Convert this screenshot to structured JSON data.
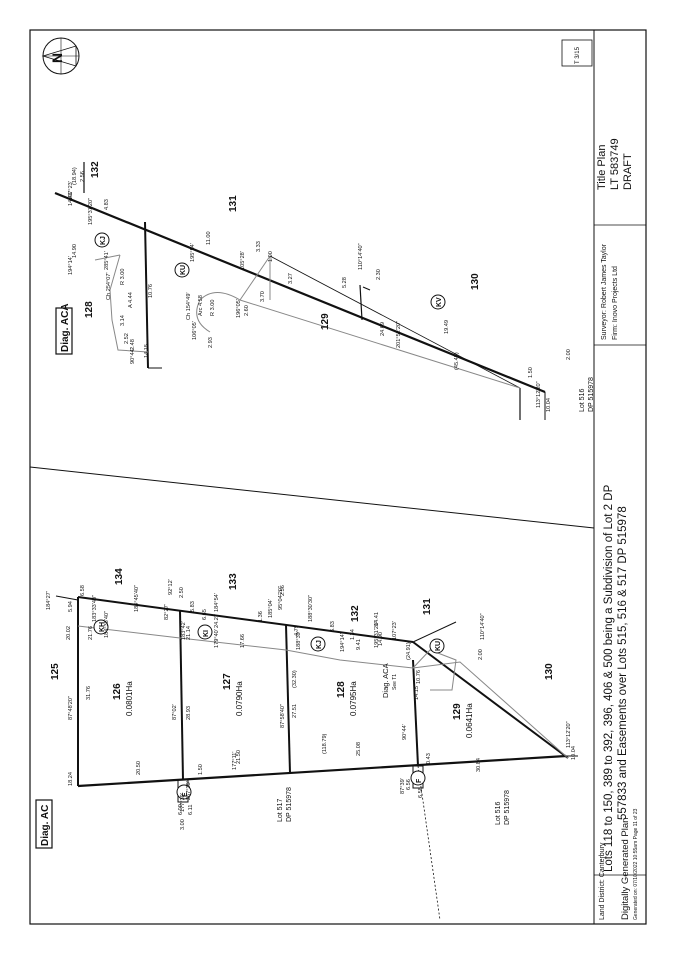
{
  "title_block": {
    "heading_line1": "Lots 118 to 150, 389 to 392, 396, 406 & 500 being a Subdivision of Lot 2 DP",
    "heading_line2": "557833 and Easements over Lots 515, 516 & 517 DP 515978",
    "plan_title": "Title Plan",
    "plan_number": "LT 583749",
    "plan_status": "DRAFT",
    "surveyor": "Surveyor: Robert James Taylor",
    "firm": "Firm: Inovo Projects Ltd",
    "land_district": "Land District: Canterbury",
    "generated_title": "Digitally Generated Plan",
    "generated_note": "Generated on: 07/10/2022 10:55am  Page 11 of 23",
    "sheet_ref": "T 3/15"
  },
  "diag_ac": {
    "label": "Diag. AC",
    "lots": [
      {
        "num": "125",
        "area": ""
      },
      {
        "num": "126",
        "area": "0.0801Ha"
      },
      {
        "num": "127",
        "area": "0.0790Ha"
      },
      {
        "num": "128",
        "area": "0.0795Ha"
      },
      {
        "num": "129",
        "area": "0.0641Ha"
      },
      {
        "num": "130",
        "area": ""
      },
      {
        "num": "131",
        "area": ""
      },
      {
        "num": "132",
        "area": ""
      },
      {
        "num": "133",
        "area": ""
      },
      {
        "num": "134",
        "area": ""
      }
    ],
    "easements": [
      "KH",
      "KI",
      "KJ",
      "KU",
      "E",
      "F"
    ],
    "ext_lots": [
      "Lot 517",
      "DP 515978",
      "Lot 516",
      "DP 515978"
    ],
    "callout": [
      "Diag. ACA",
      "See T1"
    ],
    "bearings": [
      "184°27'",
      "183°33'40\"",
      "184°38'40\"",
      "183°42'",
      "184°54'",
      "185°04'",
      "188°30'30\"",
      "188°39'",
      "194°14'",
      "195°31'20\"",
      "95°04'20\"",
      "92°12'",
      "82°27'",
      "179°40'",
      "107°23'",
      "110°14'40\"",
      "177°11'",
      "87°48'20\"",
      "87°02'",
      "87°58'40\"",
      "90°44'",
      "113°12'20\"",
      "184°45'40\"",
      "267°39'",
      "87°39'",
      "177°39'"
    ],
    "distances": [
      "5.94",
      "6.58",
      "20.02",
      "21.76",
      "31.76",
      "2.50",
      "21.14",
      "5.83",
      "6.65",
      "28.93",
      "24.27",
      "17.66",
      "2.56",
      "1.36",
      "4.79",
      "1.34",
      "6.83",
      "9.41",
      "27.51",
      "14.41",
      "14.90",
      "10.76",
      "14.15",
      "2.00",
      "18.24",
      "20.50",
      "21.50",
      "1.50",
      "25.08",
      "0.43",
      "30.84",
      "10.04",
      "6.09",
      "6.11",
      "3.00",
      "6.56",
      "6.58",
      "(118.79)",
      "(32.30)",
      "(24.91)"
    ]
  },
  "diag_aca": {
    "label": "Diag. ACA",
    "lots": [
      "128",
      "129",
      "130",
      "131",
      "132"
    ],
    "easements": [
      "KJ",
      "KU",
      "KV"
    ],
    "ext_lots": [
      "Lot 516",
      "DP 515978"
    ],
    "arc": [
      "Ch 154°49'",
      "Arc 4.58",
      "R 3.00"
    ],
    "bearings": [
      "107°23'",
      "195°31'20\"",
      "195°54'",
      "285°41'",
      "194°14'",
      "105°28'",
      "196°05'",
      "201°52'20\"",
      "110°14'40\"",
      "113°12'20\"",
      "90°44'",
      "106°05'",
      "Ch 254°07'",
      "R 3.00"
    ],
    "distances": [
      "2.56",
      "4.83",
      "14.41",
      "(18.94)",
      "11.00",
      "10.76",
      "14.90",
      "3.14",
      "2.52",
      "2.48",
      "14.15",
      "3.33",
      "1.00",
      "3.70",
      "2.60",
      "2.93",
      "5.28",
      "3.27",
      "2.30",
      "24.69",
      "19.49",
      "2.00",
      "10.04",
      "1.50",
      "(45.45)",
      "A 4.44"
    ]
  }
}
